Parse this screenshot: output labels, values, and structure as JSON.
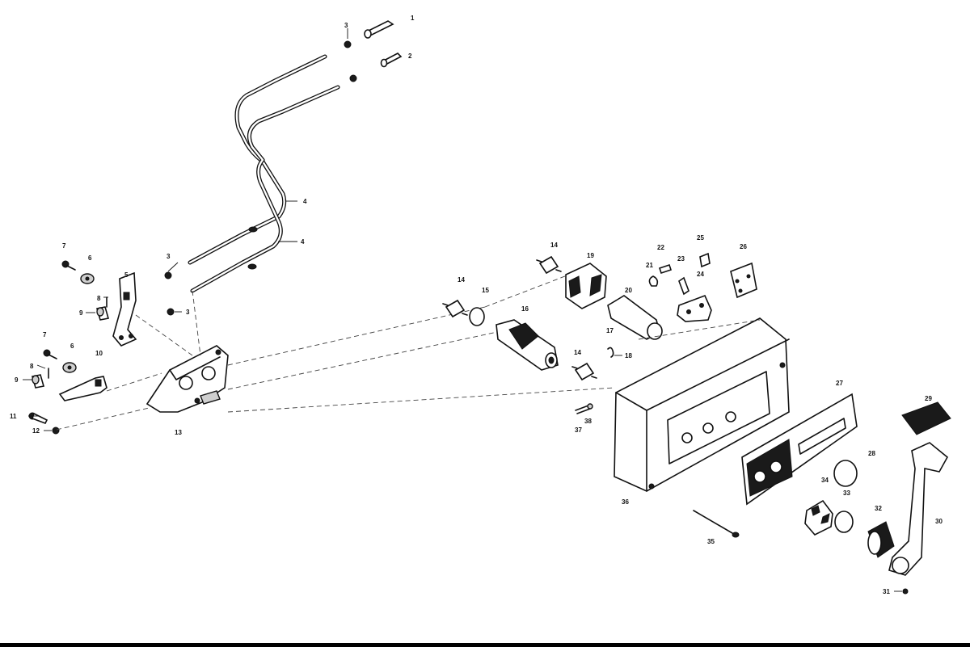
{
  "diagram": {
    "callouts": [
      {
        "id": "c1",
        "text": "1"
      },
      {
        "id": "c2",
        "text": "2"
      },
      {
        "id": "c3a",
        "text": "3"
      },
      {
        "id": "c3b",
        "text": "3"
      },
      {
        "id": "c3c",
        "text": "3"
      },
      {
        "id": "c4a",
        "text": "4"
      },
      {
        "id": "c4b",
        "text": "4"
      },
      {
        "id": "c5",
        "text": "5"
      },
      {
        "id": "c6a",
        "text": "6"
      },
      {
        "id": "c6b",
        "text": "6"
      },
      {
        "id": "c7a",
        "text": "7"
      },
      {
        "id": "c7b",
        "text": "7"
      },
      {
        "id": "c8a",
        "text": "8"
      },
      {
        "id": "c8b",
        "text": "8"
      },
      {
        "id": "c9a",
        "text": "9"
      },
      {
        "id": "c9b",
        "text": "9"
      },
      {
        "id": "c10",
        "text": "10"
      },
      {
        "id": "c11",
        "text": "11"
      },
      {
        "id": "c12",
        "text": "12"
      },
      {
        "id": "c13",
        "text": "13"
      },
      {
        "id": "c14a",
        "text": "14"
      },
      {
        "id": "c14b",
        "text": "14"
      },
      {
        "id": "c14c",
        "text": "14"
      },
      {
        "id": "c15",
        "text": "15"
      },
      {
        "id": "c16",
        "text": "16"
      },
      {
        "id": "c17",
        "text": "17"
      },
      {
        "id": "c18",
        "text": "18"
      },
      {
        "id": "c19",
        "text": "19"
      },
      {
        "id": "c20",
        "text": "20"
      },
      {
        "id": "c21",
        "text": "21"
      },
      {
        "id": "c22",
        "text": "22"
      },
      {
        "id": "c23",
        "text": "23"
      },
      {
        "id": "c24",
        "text": "24"
      },
      {
        "id": "c25",
        "text": "25"
      },
      {
        "id": "c26",
        "text": "26"
      },
      {
        "id": "c27",
        "text": "27"
      },
      {
        "id": "c28",
        "text": "28"
      },
      {
        "id": "c29",
        "text": "29"
      },
      {
        "id": "c30",
        "text": "30"
      },
      {
        "id": "c31",
        "text": "31"
      },
      {
        "id": "c32",
        "text": "32"
      },
      {
        "id": "c33",
        "text": "33"
      },
      {
        "id": "c34",
        "text": "34"
      },
      {
        "id": "c35",
        "text": "35"
      },
      {
        "id": "c36",
        "text": "36"
      },
      {
        "id": "c37",
        "text": "37"
      },
      {
        "id": "c38",
        "text": "38"
      }
    ]
  }
}
